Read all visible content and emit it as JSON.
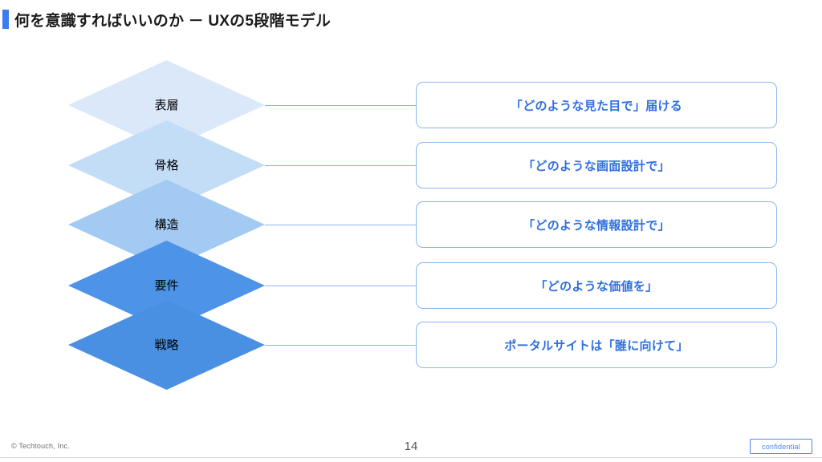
{
  "slide": {
    "title": "何を意識すればいいのか － UXの5段階モデル",
    "accent_color": "#3b7cf0"
  },
  "diagram": {
    "type": "layered-diamond-stack",
    "description": "UXの5段階モデル（5 planes of UX）を上から下へ積み重ねたダイヤ図",
    "layers": [
      {
        "label": "表層",
        "fill": "#dbe8fa",
        "callout": "「どのような見た目で」届ける"
      },
      {
        "label": "骨格",
        "fill": "#c4ddf7",
        "callout": "「どのような画面設計で」"
      },
      {
        "label": "構造",
        "fill": "#a2caf2",
        "callout": "「どのような情報設計で」"
      },
      {
        "label": "要件",
        "fill": "#4d93e8",
        "callout": "「どのような価値を」"
      },
      {
        "label": "戦略",
        "fill": "#4a90e2",
        "callout": "ポータルサイトは「誰に向けて」"
      }
    ],
    "callout_text_color": "#2f6fe0",
    "callout_border_color": "#8cb6ef",
    "connector_color": "#8cb6ef"
  },
  "footer": {
    "copyright": "© Techtouch, Inc.",
    "page_number": "14",
    "badge": "confidential",
    "badge_color": "#4a86e8"
  }
}
